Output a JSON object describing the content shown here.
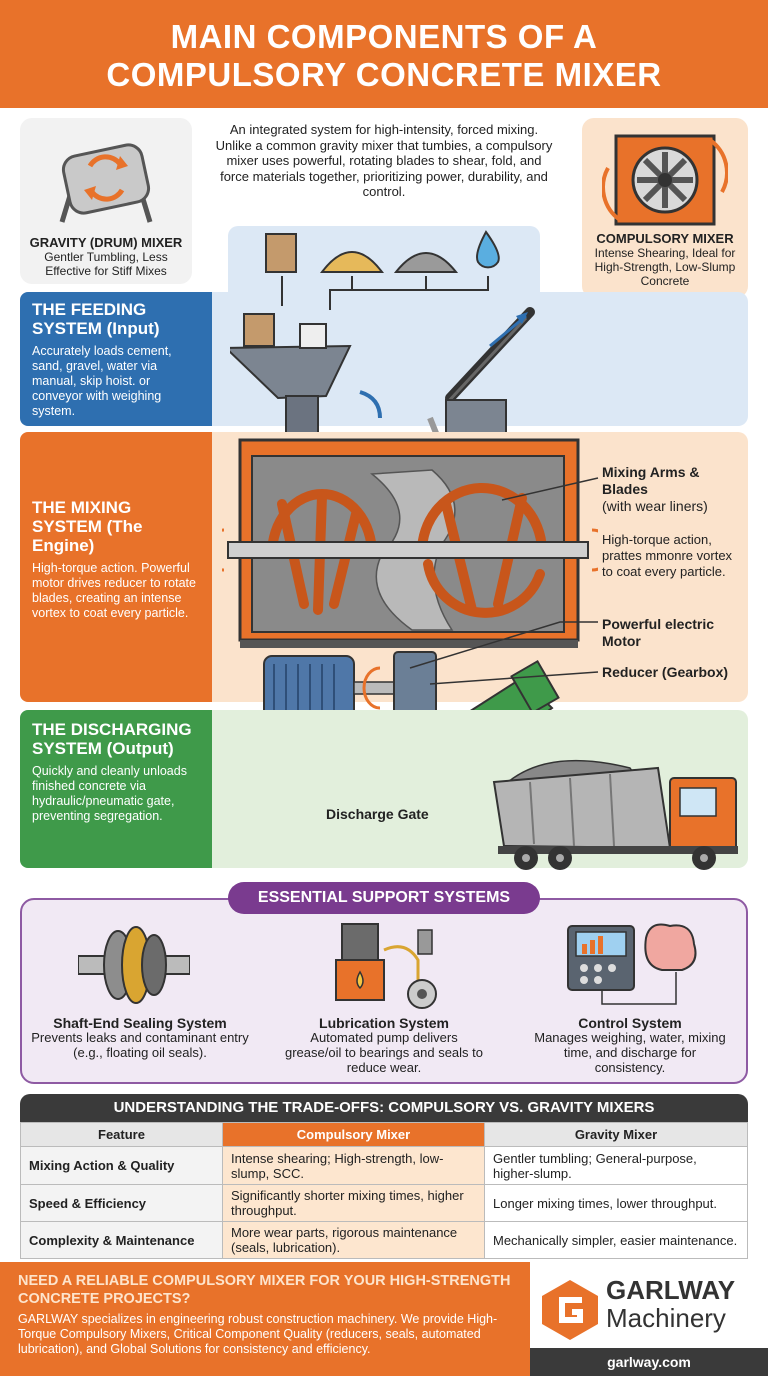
{
  "header": {
    "title_line1": "MAIN COMPONENTS OF A",
    "title_line2": "COMPULSORY CONCRETE MIXER"
  },
  "intro": {
    "text": "An integrated system for high-intensity, forced mixing. Unlike a common gravity mixer that tumbies, a compulsory mixer uses powerful, rotating blades to shear, fold, and force materials together, prioritizing power, durability, and control."
  },
  "gravity_mixer": {
    "title": "GRAVITY (DRUM) MIXER",
    "desc": "Gentler Tumbling, Less Effective for Stiff Mixes"
  },
  "compulsory_mixer": {
    "title": "COMPULSORY MIXER",
    "desc": "Intense Shearing, Ideal for High-Strength, Low-Slump Concrete"
  },
  "feeding": {
    "title": "THE FEEDING SYSTEM (Input)",
    "desc": "Accurately loads cement, sand, gravel, water via manual, skip hoist. or conveyor with weighing system."
  },
  "mixing": {
    "title": "THE MIXING SYSTEM (The Engine)",
    "desc": "High-torque action. Powerful motor drives reducer to rotate blades, creating an intense vortex to coat every particle."
  },
  "discharging": {
    "title": "THE DISCHARGING SYSTEM (Output)",
    "desc": "Quickly and cleanly unloads finished concrete via hydraulic/pneumatic gate, preventing segregation."
  },
  "callouts": {
    "arms_title": "Mixing Arms & Blades",
    "arms_sub": "(with wear liners)",
    "arms_desc": "High-torque action, prattes mmonre vortex to coat every particle.",
    "motor": "Powerful electric Motor",
    "reducer": "Reducer (Gearbox)",
    "gate": "Discharge Gate"
  },
  "support": {
    "title": "ESSENTIAL SUPPORT SYSTEMS",
    "items": [
      {
        "title": "Shaft-End Sealing System",
        "desc": "Prevents leaks and contaminant entry (e.g., floating oil seals)."
      },
      {
        "title": "Lubrication System",
        "desc": "Automated pump delivers grease/oil to bearings and seals to reduce wear."
      },
      {
        "title": "Control System",
        "desc": "Manages weighing, water, mixing time, and discharge for consistency."
      }
    ]
  },
  "tradeoffs": {
    "title": "UNDERSTANDING THE TRADE-OFFS: COMPULSORY VS. GRAVITY MIXERS",
    "headers": [
      "Feature",
      "Compulsory Mixer",
      "Gravity Mixer"
    ],
    "rows": [
      [
        "Mixing Action & Quality",
        "Intense shearing; High-strength, low-slump, SCC.",
        "Gentler tumbling; General-purpose, higher-slump."
      ],
      [
        "Speed & Efficiency",
        "Significantly shorter mixing times, higher throughput.",
        "Longer mixing times, lower throughput."
      ],
      [
        "Complexity & Maintenance",
        "More wear parts, rigorous maintenance (seals, lubrication).",
        "Mechanically simpler, easier maintenance."
      ]
    ]
  },
  "footer": {
    "headline": "NEED A RELIABLE COMPULSORY MIXER FOR YOUR HIGH-STRENGTH CONCRETE PROJECTS?",
    "body": "GARLWAY specializes in engineering robust construction machinery. We provide High-Torque Compulsory Mixers, Critical Component Quality (reducers, seals, automated lubrication), and Global Solutions for consistency and efficiency.",
    "brand_line1": "GARLWAY",
    "brand_line2": "Machinery",
    "url": "garlway.com"
  },
  "colors": {
    "orange": "#e8722a",
    "blue": "#2e6fb0",
    "green": "#3f9a4a",
    "purple": "#7a3b8f",
    "peach": "#fbe3cc",
    "dark": "#3a3a3a"
  }
}
